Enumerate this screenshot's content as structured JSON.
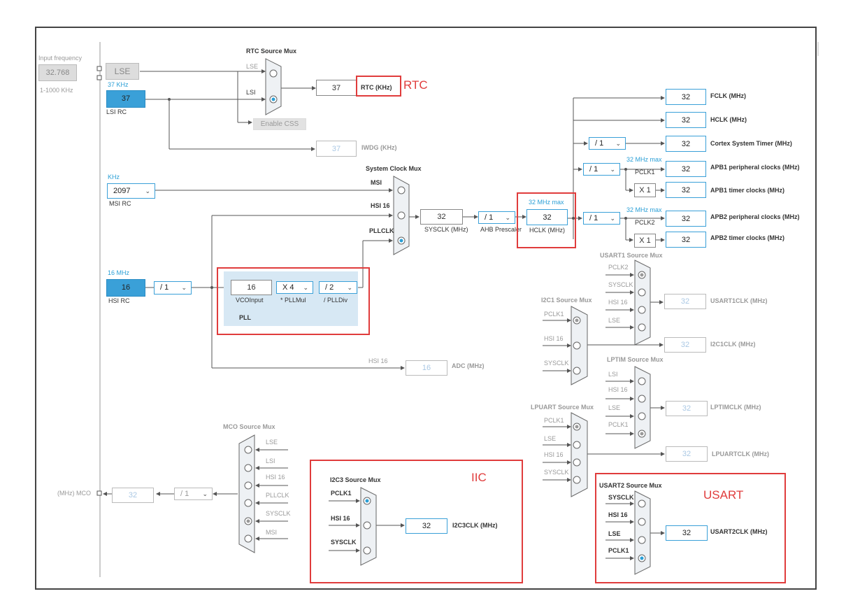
{
  "left_panel": {
    "input_frequency_label": "Input frequency",
    "input_frequency_value": "32.768",
    "range": "1-1000 KHz",
    "lse": "LSE",
    "lsi_freq_label": "37 KHz",
    "lsi_value": "37",
    "lsi_label": "LSI RC",
    "msi_unit": "KHz",
    "msi_value": "2097",
    "msi_label": "MSI RC",
    "hsi_freq_label": "16 MHz",
    "hsi_value": "16",
    "hsi_label": "HSI RC",
    "hsi_div": "/ 1"
  },
  "rtc": {
    "title": "RTC Source Mux",
    "in_lse": "LSE",
    "in_lsi": "LSI",
    "enable_css": "Enable CSS",
    "value": "37",
    "out_label": "RTC (KHz)",
    "annotation": "RTC"
  },
  "iwdg": {
    "value": "37",
    "label": "IWDG (KHz)"
  },
  "sysmux": {
    "title": "System Clock Mux",
    "in_msi": "MSI",
    "in_hsi": "HSI 16",
    "in_pll": "PLLCLK",
    "sysclk_value": "32",
    "sysclk_label": "SYSCLK (MHz)",
    "ahb_div": "/ 1",
    "ahb_label": "AHB Prescaler",
    "hclk_max": "32 MHz max",
    "hclk_value": "32",
    "hclk_label": "HCLK (MHz)"
  },
  "pll": {
    "vco_value": "16",
    "vco_label": "VCOInput",
    "mul": "X 4",
    "mul_label": "* PLLMul",
    "div": "/ 2",
    "div_label": "/ PLLDiv",
    "label": "PLL"
  },
  "adc": {
    "in": "HSI 16",
    "value": "16",
    "label": "ADC (MHz)"
  },
  "outputs": {
    "fclk": "32",
    "fclk_label": "FCLK (MHz)",
    "hclk": "32",
    "hclk_label": "HCLK (MHz)",
    "systimer_div": "/ 1",
    "systimer": "32",
    "systimer_label": "Cortex System Timer (MHz)",
    "apb1_div": "/ 1",
    "apb1_max": "32 MHz max",
    "pclk1": "PCLK1",
    "apb1": "32",
    "apb1_label": "APB1 peripheral clocks (MHz)",
    "apb1_tmul": "X 1",
    "apb1t": "32",
    "apb1t_label": "APB1 timer clocks (MHz)",
    "apb2_div": "/ 1",
    "apb2_max": "32 MHz max",
    "pclk2": "PCLK2",
    "apb2": "32",
    "apb2_label": "APB2 peripheral clocks (MHz)",
    "apb2_tmul": "X 1",
    "apb2t": "32",
    "apb2t_label": "APB2 timer clocks (MHz)"
  },
  "usart1": {
    "title": "USART1 Source Mux",
    "in1": "PCLK2",
    "in2": "SYSCLK",
    "in3": "HSI 16",
    "in4": "LSE",
    "value": "32",
    "label": "USART1CLK (MHz)"
  },
  "i2c1": {
    "title": "I2C1 Source Mux",
    "in1": "PCLK1",
    "in2": "HSI 16",
    "in3": "SYSCLK",
    "value": "32",
    "label": "I2C1CLK (MHz)"
  },
  "lptim": {
    "title": "LPTIM Source Mux",
    "in1": "LSI",
    "in2": "HSI 16",
    "in3": "LSE",
    "in4": "PCLK1",
    "value": "32",
    "label": "LPTIMCLK (MHz)"
  },
  "lpuart": {
    "title": "LPUART Source Mux",
    "in1": "PCLK1",
    "in2": "LSE",
    "in3": "HSI 16",
    "in4": "SYSCLK",
    "value": "32",
    "label": "LPUARTCLK (MHz)"
  },
  "usart2": {
    "title": "USART2 Source Mux",
    "in1": "SYSCLK",
    "in2": "HSI 16",
    "in3": "LSE",
    "in4": "PCLK1",
    "value": "32",
    "label": "USART2CLK (MHz)",
    "annotation": "USART"
  },
  "i2c3": {
    "title": "I2C3 Source Mux",
    "in1": "PCLK1",
    "in2": "HSI 16",
    "in3": "SYSCLK",
    "value": "32",
    "label": "I2C3CLK (MHz)",
    "annotation": "IIC"
  },
  "mco": {
    "title": "MCO Source Mux",
    "in1": "LSE",
    "in2": "LSI",
    "in3": "HSI 16",
    "in4": "PLLCLK",
    "in5": "SYSCLK",
    "in6": "MSI",
    "div": "/ 1",
    "value": "32",
    "label": "(MHz) MCO"
  },
  "colors": {
    "accent": "#3aa0d8",
    "annotation": "#e03c3c",
    "pll_bg": "#d7e8f4"
  }
}
